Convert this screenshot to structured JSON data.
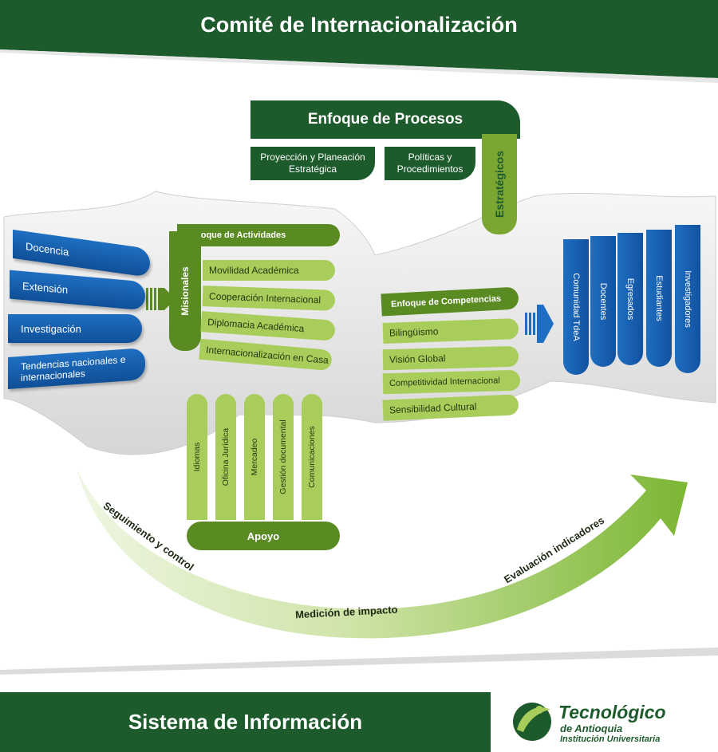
{
  "header": {
    "title": "Comité de Internacionalización"
  },
  "procesos": {
    "title": "Enfoque de Procesos",
    "left": "Proyección y Planeación Estratégica",
    "right": "Políticas y Procedimientos",
    "vertical": "Estratégicos"
  },
  "inputs": [
    "Docencia",
    "Extensión",
    "Investigación",
    "Tendencias nacionales e internacionales"
  ],
  "actividades": {
    "title": "Enfoque de Actividades",
    "vertical": "Misionales",
    "items": [
      "Movilidad Académica",
      "Cooperación Internacional",
      "Diplomacia Académica",
      "Internacionalización en Casa"
    ]
  },
  "competencias": {
    "title": "Enfoque de Competencias",
    "items": [
      "Bilingüismo",
      "Visión Global",
      "Competitividad Internacional",
      "Sensibilidad Cultural"
    ]
  },
  "apoyo": {
    "label": "Apoyo",
    "items": [
      "Idiomas",
      "Oficina Jurídica",
      "Mercadeo",
      "Gestión documental",
      "Comunicaciones"
    ]
  },
  "outputs": [
    "Comunidad TdeA",
    "Docentes",
    "Egresados",
    "Estudiantes",
    "Investigadores"
  ],
  "arc": {
    "left": "Seguimiento y control",
    "middle": "Medición de impacto",
    "right": "Evaluación indicadores"
  },
  "footer": {
    "title": "Sistema de Información"
  },
  "logo": {
    "name": "Tecnológico",
    "line1": "de Antioquia",
    "line2": "Institución Universitaria"
  },
  "colors": {
    "dark_green": "#1d5b2c",
    "mid_green": "#5a8a22",
    "light_green": "#a9cd5a",
    "blue": "#1f6fc2"
  }
}
